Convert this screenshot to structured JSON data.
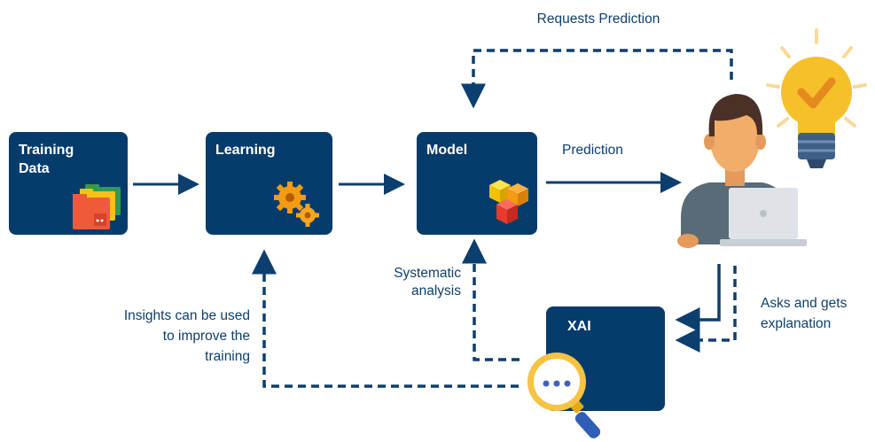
{
  "boxes": {
    "training_data": "Training\nData",
    "learning": "Learning",
    "model": "Model",
    "xai": "XAI"
  },
  "labels": {
    "requests_prediction": "Requests Prediction",
    "prediction": "Prediction",
    "systematic_analysis": "Systematic\nanalysis",
    "insights": "Insights can be used\nto improve the\ntraining",
    "asks_explanation": "Asks and gets\nexplanation"
  },
  "icons": {
    "training_data": "folders-icon",
    "learning": "gears-icon",
    "model": "cubes-icon",
    "xai": "magnifier-icon",
    "user": "user-with-laptop-icon",
    "idea": "lightbulb-check-icon"
  },
  "colors": {
    "box_fill": "#063c6b",
    "arrow": "#0d3f6e",
    "label_text": "#0d3f6e"
  }
}
